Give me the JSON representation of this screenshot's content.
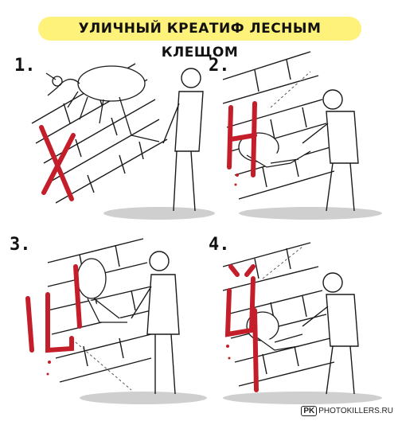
{
  "title": "УЛИЧНЫЙ КРЕАТИФ ЛЕСНЫМ КЛЕЩОМ",
  "panels": [
    {
      "number": "1.",
      "graffiti": "Х"
    },
    {
      "number": "2.",
      "graffiti": "Н"
    },
    {
      "number": "3.",
      "graffiti": "Ц"
    },
    {
      "number": "4.",
      "graffiti": "Й"
    }
  ],
  "credit": {
    "badge": "PK",
    "site": "PHOTOKILLERS.RU"
  },
  "colors": {
    "title_bg": "#fff27a",
    "paint": "#c41e2a",
    "ink": "#1a1a1a"
  }
}
